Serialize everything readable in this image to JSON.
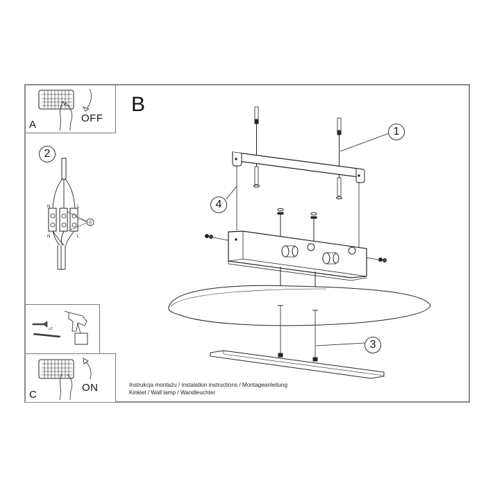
{
  "sheet": {
    "title": "Instrukcja montażu / instalation instructions / Montageanleitung",
    "subtitle": "Kinkiet / Wall lamp / Wandleuchter"
  },
  "panels": {
    "a": {
      "letter": "A",
      "state": "OFF",
      "icon": "breaker-switch-off"
    },
    "wiring": {
      "step": "2",
      "labels": {
        "neutral_top": "N",
        "live_top": "L",
        "neutral_bottom": "N",
        "live_bottom": "L"
      },
      "icon": "ground-symbol"
    },
    "drill": {
      "quantity": "x2",
      "icons": [
        "wall-plug",
        "screw",
        "power-drill"
      ]
    },
    "c": {
      "letter": "C",
      "state": "ON",
      "icon": "breaker-switch-on"
    }
  },
  "main": {
    "letter": "B",
    "callouts": [
      {
        "number": "1",
        "part": "mounting-screws-and-plugs"
      },
      {
        "number": "2",
        "part": "wiring"
      },
      {
        "number": "3",
        "part": "lamp-fixing-screws"
      },
      {
        "number": "4",
        "part": "mounting-bracket-screws"
      }
    ]
  },
  "colors": {
    "line": "#222222",
    "frame": "#8a8a8a",
    "background": "#ffffff"
  }
}
